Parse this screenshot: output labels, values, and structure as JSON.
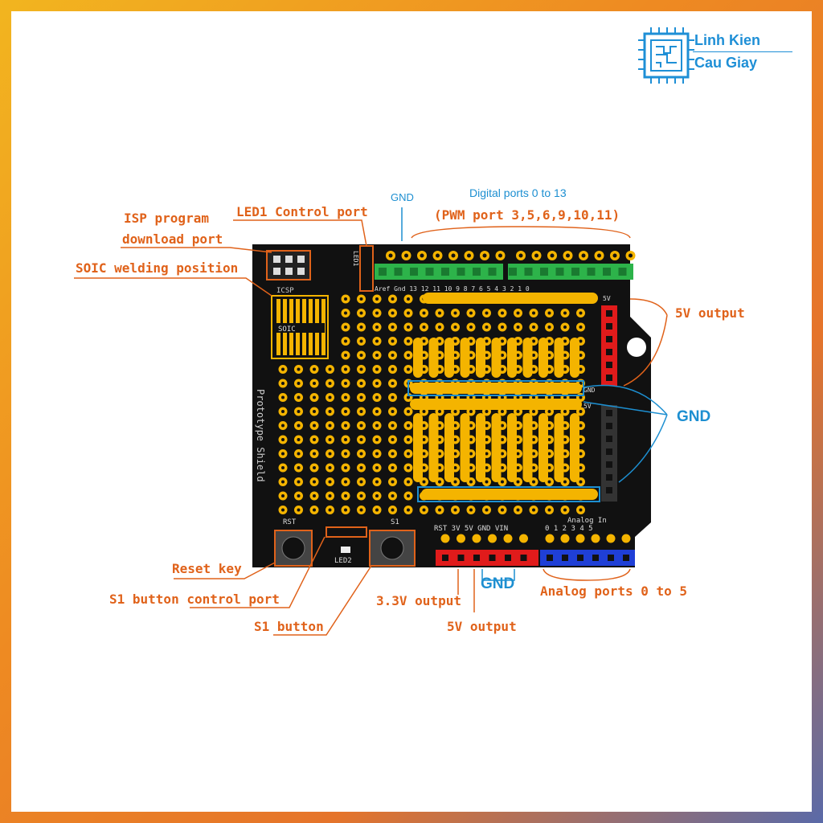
{
  "brand": {
    "line1": "Linh Kien",
    "line2": "Cau Giay"
  },
  "board": {
    "silk_title": "Prototype Shield",
    "icsp": "ICSP",
    "soic": "SOIC",
    "led1": "LED1",
    "led2": "LED2",
    "rst": "RST",
    "s1": "S1",
    "power_header": "RST 3V 5V GND VIN",
    "analog_in": "Analog In",
    "analog_numbers": "0 1 2 3 4 5",
    "digital_numbers": "Aref Gnd 13 12 11 10 9 8 7 6 5 4 3 2 1 0",
    "rail_5v": "5V",
    "rail_gnd": "GND",
    "rail_5v_b": "5V",
    "rail_side_5v": "5V",
    "rail_side_gnd": "GND"
  },
  "callouts": {
    "gnd_top": "GND",
    "digital_ports": "Digital ports 0 to 13",
    "pwm": "(PWM port 3,5,6,9,10,11)",
    "isp_1": "ISP program",
    "isp_2": "download port",
    "led1_control": "LED1 Control port",
    "soic_position": "SOIC welding position",
    "out_5v_right": "5V output",
    "gnd_right": "GND",
    "reset_key": "Reset key",
    "s1_control": "S1 button control port",
    "s1_button": "S1 button",
    "gnd_bottom": "GND",
    "out_33": "3.3V output",
    "out_5v_bottom": "5V output",
    "analog_ports": "Analog ports 0 to 5"
  },
  "colors": {
    "board": "#111111",
    "pad": "#f4b400",
    "accent_line": "#e0621a",
    "blue": "#1d8fd1"
  }
}
